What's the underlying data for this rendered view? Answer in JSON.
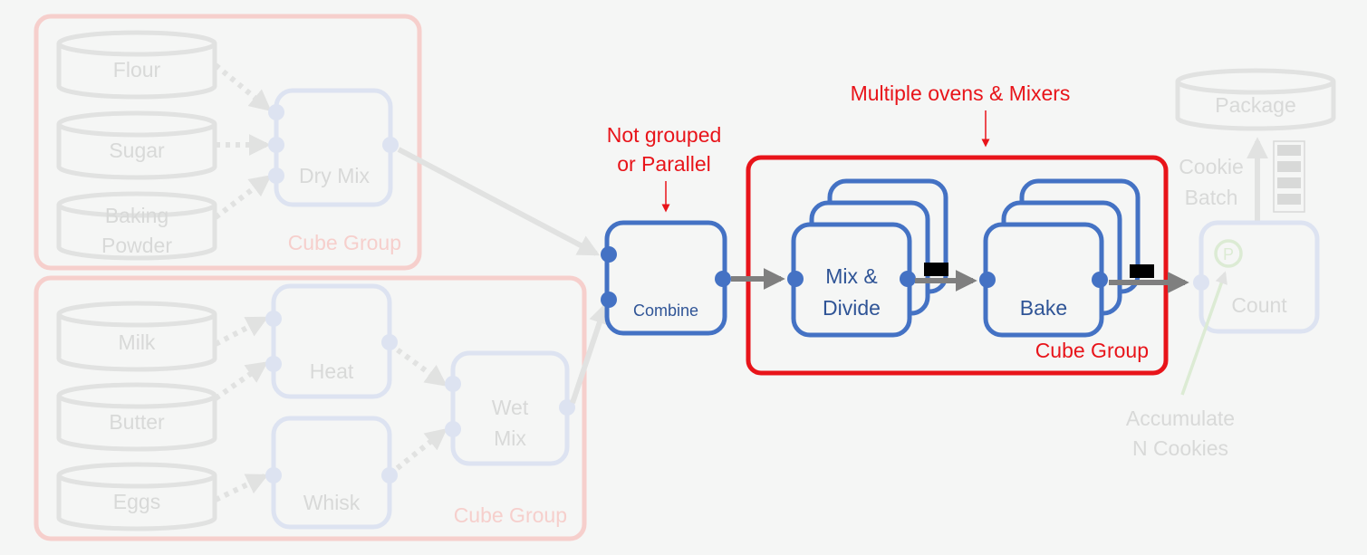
{
  "colors": {
    "background": "#f5f6f5",
    "active_blue": "#4472c4",
    "faded_blue": "#dde3f1",
    "faded_red": "#f6cfcc",
    "faded_gray": "#e1e2e1",
    "faded_text": "#d8d9d8",
    "highlight_red": "#e8141a",
    "arrow_gray": "#7f7f7f",
    "faded_green": "#dcebd4"
  },
  "left_groups": {
    "top_group_label": "Cube Group",
    "bottom_group_label": "Cube Group"
  },
  "sources": {
    "flour": "Flour",
    "sugar": "Sugar",
    "baking_powder_line1": "Baking",
    "baking_powder_line2": "Powder",
    "milk": "Milk",
    "butter": "Butter",
    "eggs": "Eggs"
  },
  "cubes": {
    "dry_mix": "Dry Mix",
    "heat": "Heat",
    "whisk": "Whisk",
    "wet_mix_line1": "Wet",
    "wet_mix_line2": "Mix",
    "combine": "Combine",
    "mix_divide_line1": "Mix &",
    "mix_divide_line2": "Divide",
    "bake": "Bake",
    "count": "Count",
    "count_port": "P"
  },
  "annotations": {
    "not_grouped_line1": "Not grouped",
    "not_grouped_line2": "or Parallel",
    "multiple_ovens": "Multiple ovens & Mixers",
    "highlight_group_label": "Cube Group",
    "cookie_batch_line1": "Cookie",
    "cookie_batch_line2": "Batch",
    "accumulate_line1": "Accumulate",
    "accumulate_line2": "N Cookies"
  },
  "outputs": {
    "package": "Package"
  }
}
